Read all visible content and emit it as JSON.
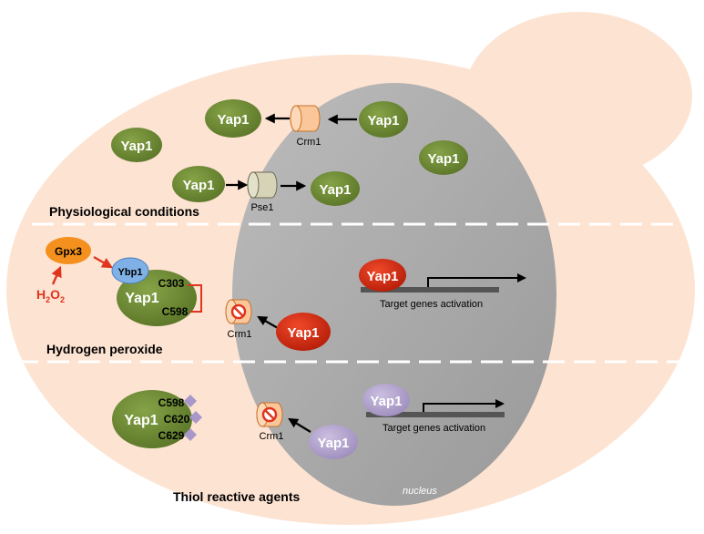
{
  "labels": {
    "yap1": "Yap1",
    "crm1": "Crm1",
    "pse1": "Pse1",
    "gpx3": "Gpx3",
    "ybp1": "Ybp1",
    "h2o2_h": "H",
    "h2o2_sub1": "2",
    "h2o2_o": "O",
    "h2o2_sub2": "2",
    "c303": "C303",
    "c598": "C598",
    "c620": "C620",
    "c629": "C629",
    "target_genes": "Target genes activation",
    "nucleus": "nucleus"
  },
  "sections": {
    "physiological": "Physiological conditions",
    "hydrogen_peroxide": "Hydrogen peroxide",
    "thiol": "Thiol reactive agents"
  },
  "colors": {
    "cell": "#fde3d2",
    "nucleus": "#a9a9a9",
    "yap1_green": "#6e8b34",
    "yap1_red": "#d92a12",
    "yap1_purple": "#b7a8cf",
    "crm1": "#fbc79a",
    "pse1": "#d7d3b7",
    "gpx3": "#f4901d",
    "ybp1": "#7fb0e6",
    "arrow_red": "#e0341c",
    "modification": "#a897c9"
  }
}
